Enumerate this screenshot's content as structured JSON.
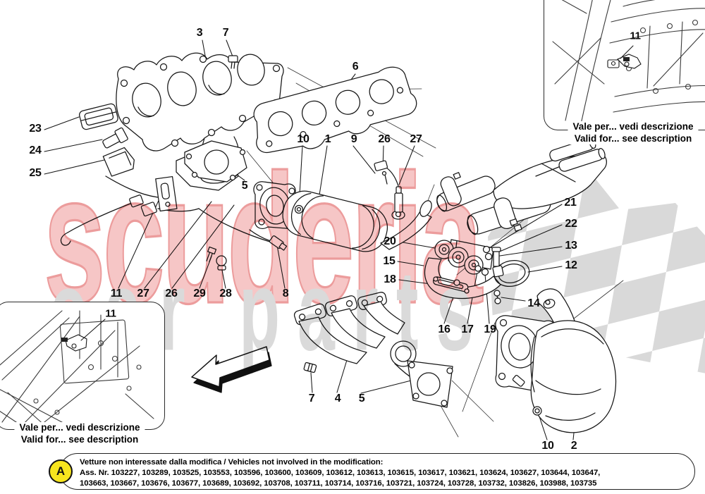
{
  "watermark": {
    "brand_top": "scuderia",
    "brand_bottom": "car parts"
  },
  "insets": {
    "top_right": {
      "callout": "11",
      "caption_line1": "Vale per... vedi descrizione",
      "caption_line2": "Valid for... see description"
    },
    "bottom_left": {
      "callout": "11",
      "caption_line1": "Vale per... vedi descrizione",
      "caption_line2": "Valid for... see description"
    }
  },
  "callout_labels": {
    "1": "1",
    "2": "2",
    "3": "3",
    "4": "4",
    "5": "5",
    "6": "6",
    "7": "7",
    "8": "8",
    "9": "9",
    "10": "10",
    "11": "11",
    "12": "12",
    "13": "13",
    "14": "14",
    "15": "15",
    "16": "16",
    "17": "17",
    "18": "18",
    "19": "19",
    "20": "20",
    "21": "21",
    "22": "22",
    "23": "23",
    "24": "24",
    "25": "25",
    "26": "26",
    "27": "27",
    "28": "28",
    "29": "29"
  },
  "footer": {
    "badge": "A",
    "line1": "Vetture non interessate dalla modifica / Vehicles not involved in the modification:",
    "line2": "Ass. Nr. 103227, 103289, 103525, 103553, 103596, 103600, 103609, 103612, 103613, 103615, 103617, 103621, 103624, 103627, 103644, 103647,",
    "line3": "103663, 103667, 103676, 103677, 103689, 103692, 103708, 103711, 103714, 103716, 103721, 103724, 103728, 103732, 103826, 103988, 103735"
  },
  "colors": {
    "watermark_red_fill": "#f6c6c6",
    "watermark_red_outline": "#ec9c9c",
    "watermark_gray": "#dadada",
    "flag_gray": "#d9d9d9",
    "badge_yellow": "#f7e51e",
    "line_art": "#161616"
  }
}
